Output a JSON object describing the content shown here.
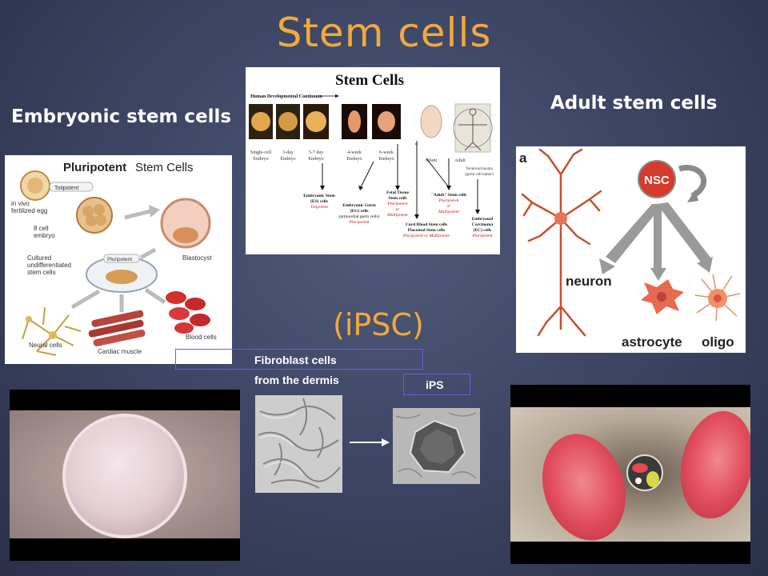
{
  "title": "Stem cells",
  "headings": {
    "embryonic": "Embryonic stem cells",
    "adult": "Adult stem cells",
    "ipsc": "(iPSC)"
  },
  "ips_labels": {
    "fibroblast_line1": "Fibroblast cells",
    "fibroblast_line2": "from the dermis",
    "ips": "iPS"
  },
  "pluripotent_panel": {
    "title_bold": "Pluripotent",
    "title_rest": " Stem Cells",
    "totipotent": "Totipotent",
    "in_vivo_line1": "in vivo",
    "in_vivo_line2": "fertilized egg",
    "cell8_line1": "8 cell",
    "cell8_line2": "embryo",
    "blastocyst": "Blastocyst",
    "pluripotent_tag": "Pluripotent",
    "cultured_line1": "Cultured",
    "cultured_line2": "undifferentiated",
    "cultured_line3": "stem cells",
    "neural": "Neural cells",
    "cardiac": "Cardiac muscle",
    "blood": "Blood cells"
  },
  "continuum_panel": {
    "title": "Stem Cells",
    "continuum": "Human Developmental Continuum",
    "stage_labels": [
      [
        "Single-cell",
        "Embryo"
      ],
      [
        "3-day",
        "Embryo"
      ],
      [
        "5-7 day",
        "Embryo"
      ],
      [
        "4-week",
        "Embryo"
      ],
      [
        "6-week",
        "Embryo"
      ]
    ],
    "infant": "Infant",
    "adult": "Adult",
    "teratocarcinoma_line1": "Teratocarcinoma",
    "teratocarcinoma_line2": "(germ cell tumor)",
    "es_line1": "Embryonic Stem",
    "es_line2": "(ES) cells",
    "es_potency": "Totipotent",
    "eg_line1": "Embryonic Germ",
    "eg_line2": "(EG) cells",
    "eg_line3": "(primordial germ cells)",
    "eg_potency": "Pluripotent",
    "fetal_line1": "Fetal Tissue",
    "fetal_line2": "Stem cells",
    "fetal_potency1": "Pluripotent",
    "fetal_potency2": "or",
    "fetal_potency3": "Multipotent",
    "adultsc_line1": "\"Adult\" Stem cells",
    "adultsc_potency1": "Pluripotent",
    "adultsc_potency2": "or",
    "adultsc_potency3": "Multipotent",
    "cord_line1": "Cord Blood Stem cells",
    "cord_line2": "Placental Stem cells",
    "cord_potency": "Pluripotent or Multipotent",
    "ec_line1": "Embryonal",
    "ec_line2": "Carcinoma",
    "ec_line3": "(EC) cells",
    "ec_potency": "Pluripotent"
  },
  "nsc_panel": {
    "panel_letter": "a",
    "nsc": "NSC",
    "neuron": "neuron",
    "astrocyte": "astrocyte",
    "oligo": "oligo"
  },
  "colors": {
    "title": "#f2a93b",
    "potency_red": "#cc1111",
    "box_border": "#6b5ce0"
  }
}
